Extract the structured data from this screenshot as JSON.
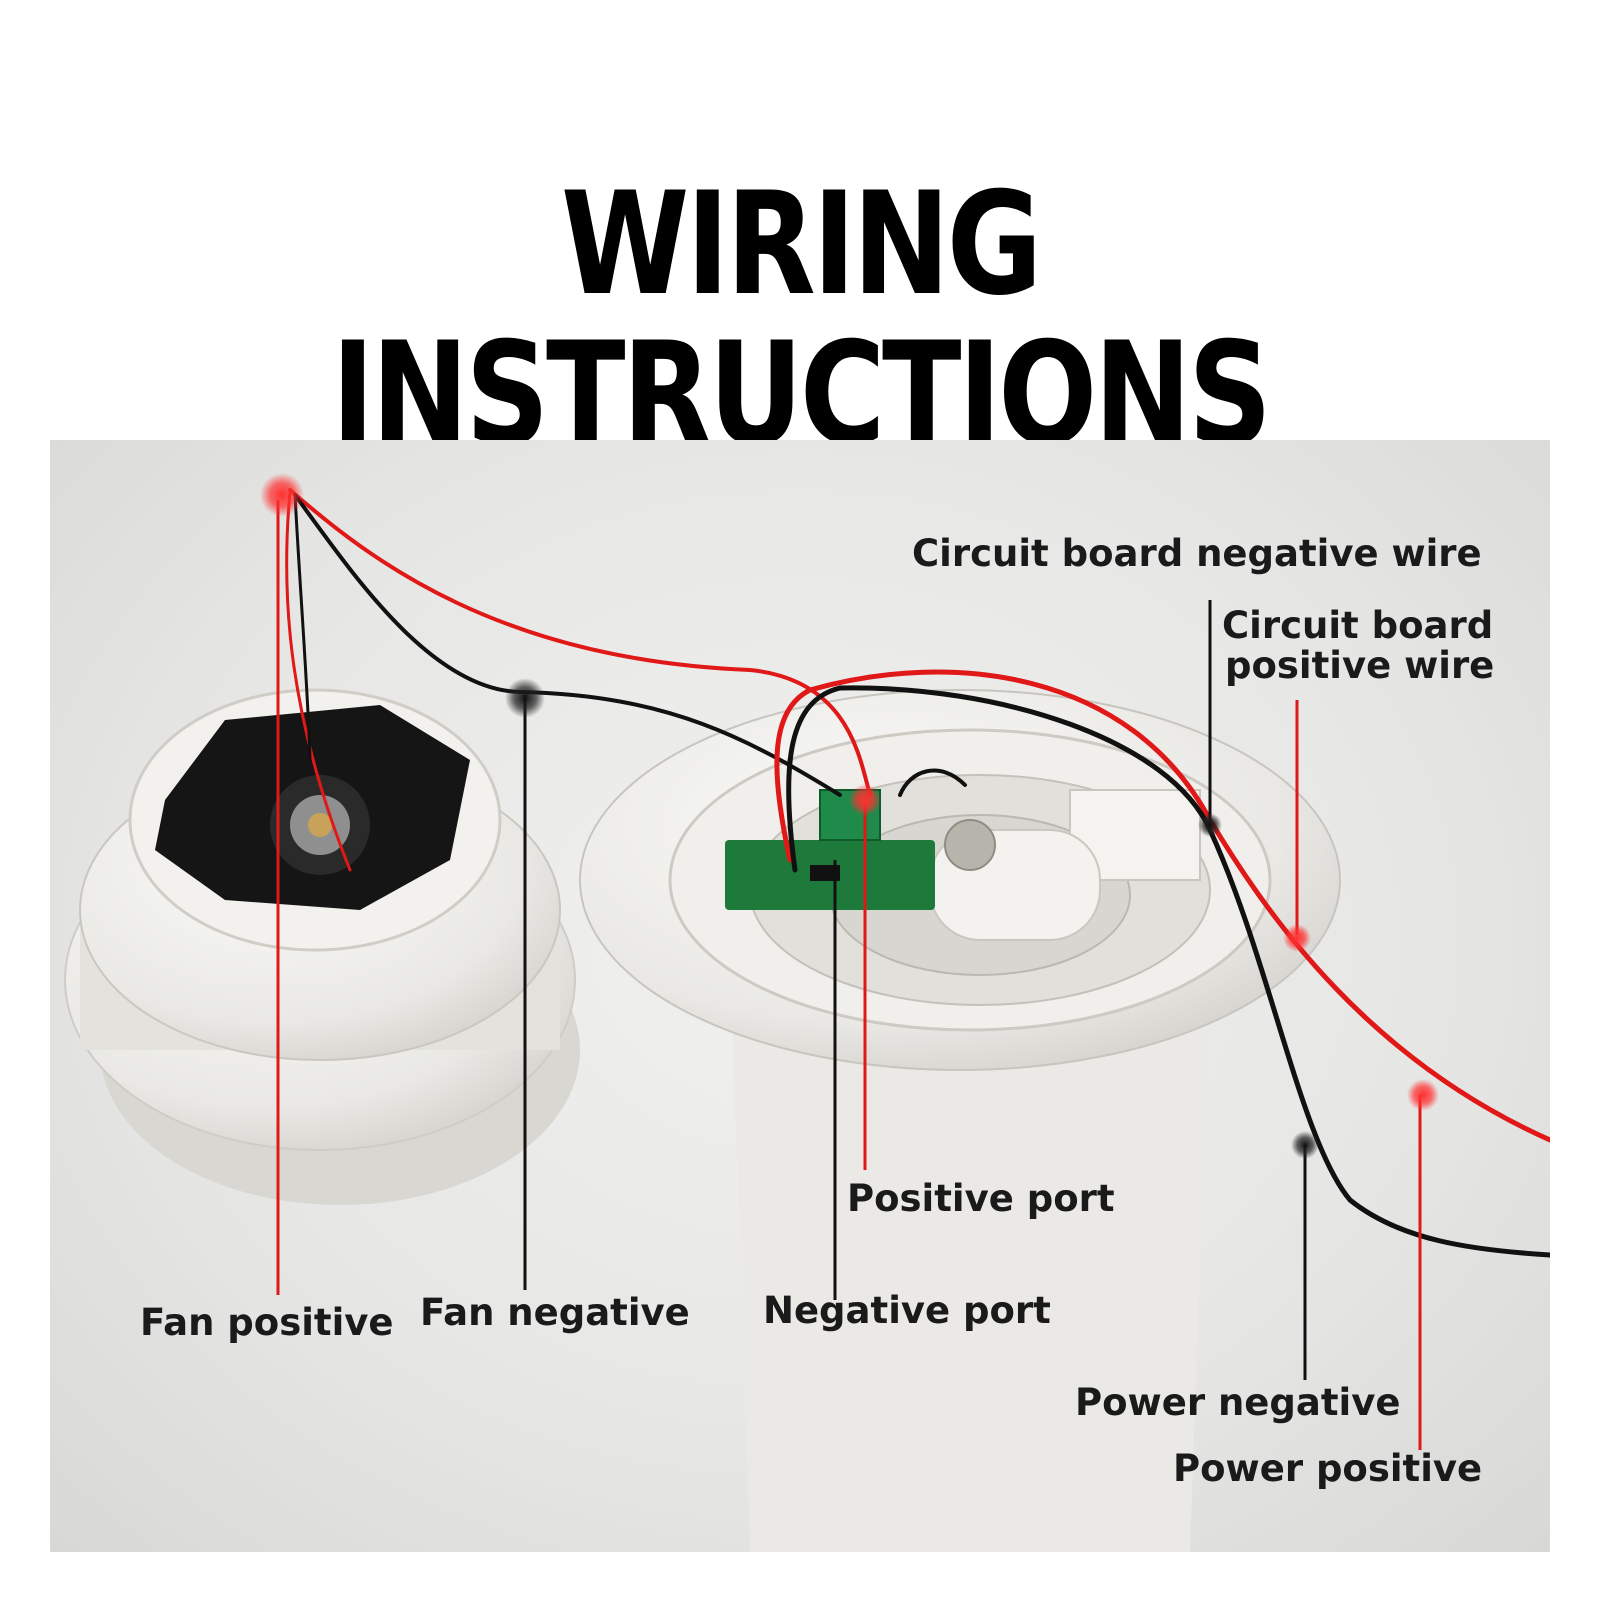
{
  "title": "WIRING INSTRUCTIONS",
  "labels": {
    "circuit_board_negative_wire": "Circuit board negative wire",
    "circuit_board_positive_wire_line1": "Circuit board",
    "circuit_board_positive_wire_line2": "positive wire",
    "positive_port": "Positive port",
    "negative_port": "Negative port",
    "fan_positive": "Fan positive",
    "fan_negative": "Fan negative",
    "power_negative": "Power negative",
    "power_positive": "Power positive"
  },
  "colors": {
    "positive_wire": "#e01818",
    "negative_wire": "#111111",
    "marker_positive": "#ff2020",
    "marker_negative": "#1c1c1c"
  },
  "icons": [
    "red-dot-marker",
    "black-dot-marker"
  ]
}
